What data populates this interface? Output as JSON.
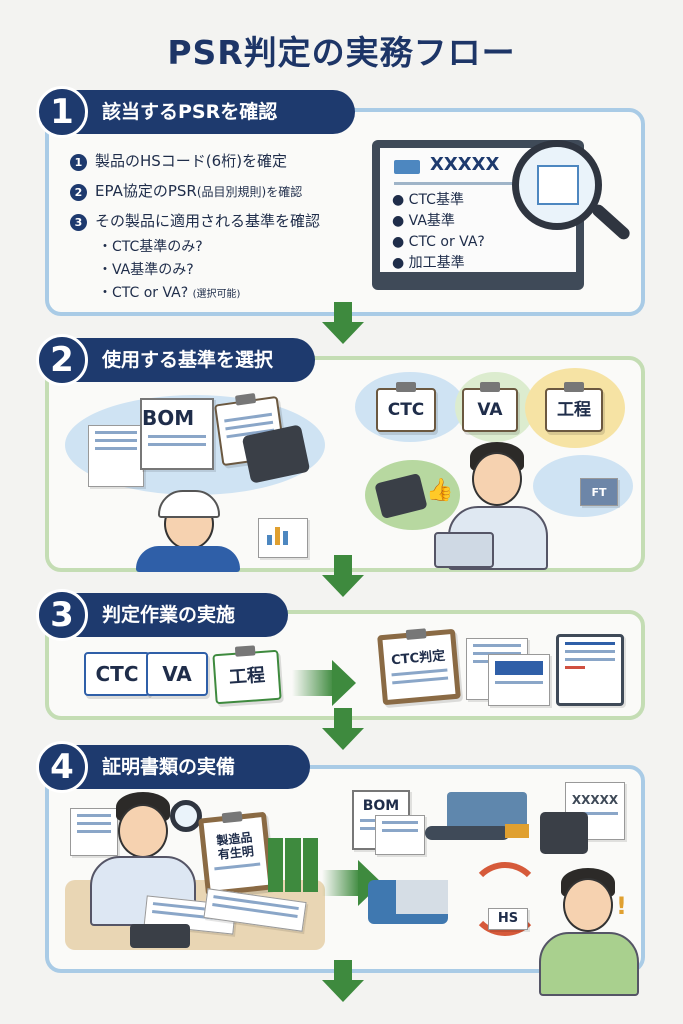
{
  "title": "PSR判定の実務フロー",
  "steps": [
    {
      "num": "1",
      "title": "該当するPSRを確認",
      "items": [
        {
          "n": "1",
          "text": "製品のHSコード(6桁)を確定"
        },
        {
          "n": "2",
          "text": "EPA協定のPSR",
          "note": "(品目別規則)を確認"
        },
        {
          "n": "3",
          "text": "その製品に適用される基準を確認"
        }
      ],
      "subitems": [
        "・CTC基準のみ?",
        "・VA基準のみ?",
        "・CTC or VA?"
      ],
      "subnote": "(選択可能)",
      "screen": {
        "header": "XXXXX",
        "items": [
          "CTC基準",
          "VA基準",
          "CTC or VA?",
          "加工基準"
        ]
      }
    },
    {
      "num": "2",
      "title": "使用する基準を選択",
      "labels": {
        "bom": "BOM",
        "ctc": "CTC",
        "va": "VA",
        "process": "工程",
        "ft": "FT"
      }
    },
    {
      "num": "3",
      "title": "判定作業の実施",
      "labels": {
        "ctc": "CTC",
        "va": "VA",
        "process": "工程",
        "ctc_judge": "CTC判定"
      }
    },
    {
      "num": "4",
      "title": "証明書類の実備",
      "labels": {
        "doc": "製造品 有生明",
        "bom": "BOM",
        "xxxxx": "XXXXX",
        "hs": "HS"
      }
    }
  ],
  "colors": {
    "navy": "#1e3a6e",
    "green": "#3e8a3e",
    "blue_border": "#a9cbe6",
    "green_border": "#c4ddb4"
  }
}
